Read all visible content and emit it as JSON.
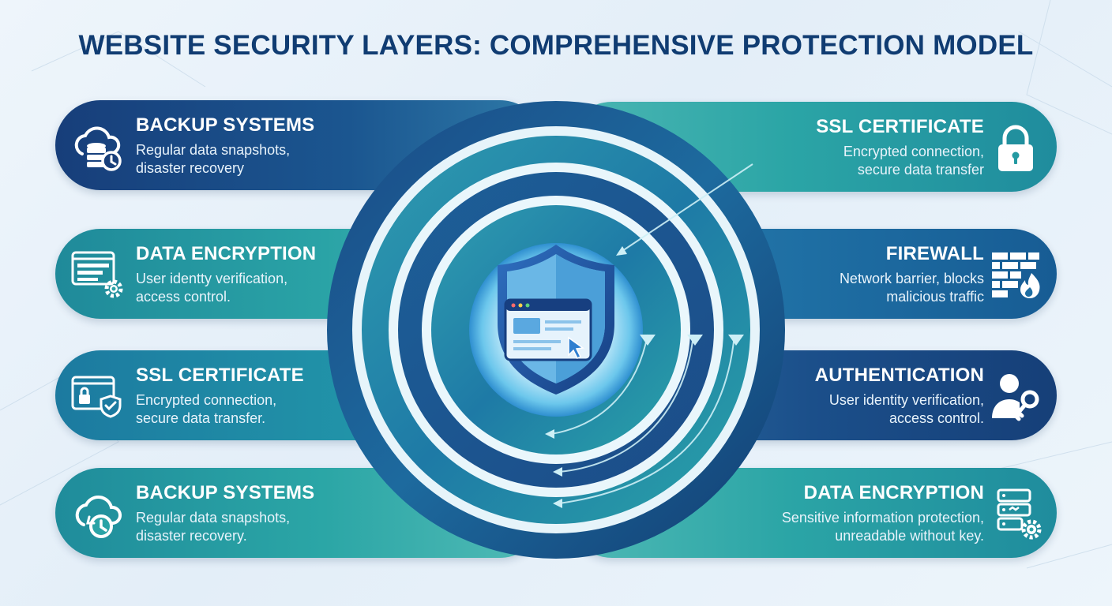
{
  "title": "WEBSITE SECURITY LAYERS: COMPREHENSIVE PROTECTION MODEL",
  "colors": {
    "title": "#103c72",
    "navy": "#143f78",
    "teal": "#2aa6a4",
    "ring_light": "#e8f5fb"
  },
  "left": [
    {
      "title": "BACKUP SYSTEMS",
      "line1": "Regular data snapshots,",
      "line2": "disaster recovery",
      "icon": "cloud-database-icon"
    },
    {
      "title": "DATA ENCRYPTION",
      "line1": "User identty verification,",
      "line2": "access control.",
      "icon": "encrypted-data-gear-icon"
    },
    {
      "title": "SSL CERTIFICATE",
      "line1": "Encrypted connection,",
      "line2": "secure data transfer.",
      "icon": "browser-lock-shield-icon"
    },
    {
      "title": "BACKUP SYSTEMS",
      "line1": "Regular data snapshots,",
      "line2": "disaster recovery.",
      "icon": "cloud-clock-icon"
    }
  ],
  "right": [
    {
      "title": "SSL CERTIFICATE",
      "line1": "Encrypted connection,",
      "line2": "secure data transfer",
      "icon": "padlock-icon"
    },
    {
      "title": "FIREWALL",
      "line1": "Network barrier, blocks",
      "line2": "malicious traffic",
      "icon": "brick-wall-fire-icon"
    },
    {
      "title": "AUTHENTICATION",
      "line1": "User identity verification,",
      "line2": "access control.",
      "icon": "user-key-icon"
    },
    {
      "title": "DATA ENCRYPTION",
      "line1": "Sensitive information protection,",
      "line2": "unreadable without key.",
      "icon": "server-gear-icon"
    }
  ],
  "center": {
    "icon": "shield-browser-icon"
  }
}
